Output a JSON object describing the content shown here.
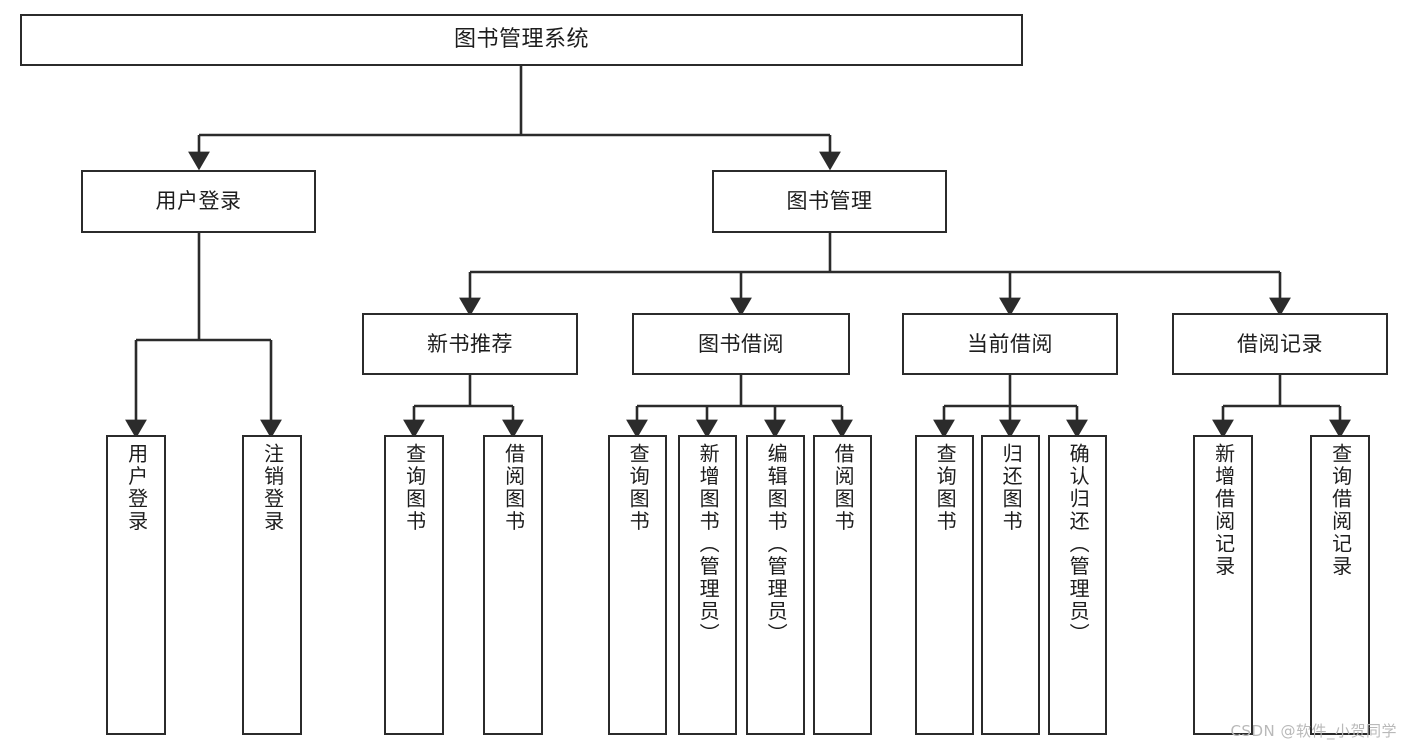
{
  "diagram": {
    "title": "图书管理系统",
    "type": "tree-structure-chart",
    "root": {
      "label": "图书管理系统"
    },
    "level2": [
      {
        "label": "用户登录"
      },
      {
        "label": "图书管理"
      }
    ],
    "level3": [
      {
        "label": "新书推荐"
      },
      {
        "label": "图书借阅"
      },
      {
        "label": "当前借阅"
      },
      {
        "label": "借阅记录"
      }
    ],
    "leaves": [
      {
        "label": "用户登录",
        "parent": "用户登录"
      },
      {
        "label": "注销登录",
        "parent": "用户登录"
      },
      {
        "label": "查询图书",
        "parent": "新书推荐"
      },
      {
        "label": "借阅图书",
        "parent": "新书推荐"
      },
      {
        "label": "查询图书",
        "parent": "图书借阅"
      },
      {
        "label": "新增图书（管理员）",
        "parent": "图书借阅"
      },
      {
        "label": "编辑图书（管理员）",
        "parent": "图书借阅"
      },
      {
        "label": "借阅图书",
        "parent": "图书借阅"
      },
      {
        "label": "查询图书",
        "parent": "当前借阅"
      },
      {
        "label": "归还图书",
        "parent": "当前借阅"
      },
      {
        "label": "确认归还（管理员）",
        "parent": "当前借阅"
      },
      {
        "label": "新增借阅记录",
        "parent": "借阅记录"
      },
      {
        "label": "查询借阅记录",
        "parent": "借阅记录"
      }
    ],
    "watermark": "CSDN @软件_小贺同学",
    "colors": {
      "stroke": "#2b2b2b",
      "fill": "#ffffff",
      "text": "#1d1d1d",
      "watermark": "#b9b9b9"
    }
  }
}
